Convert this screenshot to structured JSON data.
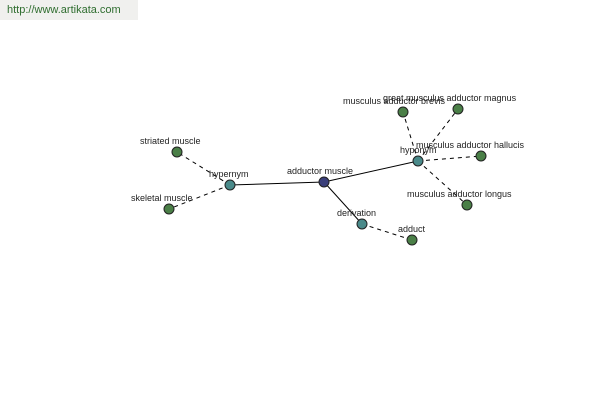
{
  "url": "http://www.artikata.com",
  "graph": {
    "colors": {
      "root": "#3a3f7a",
      "relation": "#4a8a8a",
      "leaf": "#4a7f47"
    },
    "nodes": [
      {
        "id": "adductor-muscle",
        "label": "adductor muscle",
        "kind": "root"
      },
      {
        "id": "hypernym",
        "label": "hypernym",
        "kind": "relation"
      },
      {
        "id": "hyponym",
        "label": "hyponym",
        "kind": "relation"
      },
      {
        "id": "derivation",
        "label": "derivation",
        "kind": "relation"
      },
      {
        "id": "striated-muscle",
        "label": "striated muscle",
        "kind": "leaf"
      },
      {
        "id": "skeletal-muscle",
        "label": "skeletal muscle",
        "kind": "leaf"
      },
      {
        "id": "musculus-adductor-brevis",
        "label": "musculus adductor brevis",
        "kind": "leaf"
      },
      {
        "id": "great-musculus-adductor-magnus",
        "label": "great musculus adductor magnus",
        "kind": "leaf"
      },
      {
        "id": "musculus-adductor-hallucis",
        "label": "musculus adductor hallucis",
        "kind": "leaf"
      },
      {
        "id": "musculus-adductor-longus",
        "label": "musculus adductor longus",
        "kind": "leaf"
      },
      {
        "id": "adduct",
        "label": "adduct",
        "kind": "leaf"
      }
    ],
    "edges": [
      {
        "from": "adductor-muscle",
        "to": "hypernym",
        "style": "solid"
      },
      {
        "from": "adductor-muscle",
        "to": "hyponym",
        "style": "solid"
      },
      {
        "from": "adductor-muscle",
        "to": "derivation",
        "style": "solid"
      },
      {
        "from": "hypernym",
        "to": "striated-muscle",
        "style": "dashed"
      },
      {
        "from": "hypernym",
        "to": "skeletal-muscle",
        "style": "dashed"
      },
      {
        "from": "hyponym",
        "to": "musculus-adductor-brevis",
        "style": "dashed"
      },
      {
        "from": "hyponym",
        "to": "great-musculus-adductor-magnus",
        "style": "dashed"
      },
      {
        "from": "hyponym",
        "to": "musculus-adductor-hallucis",
        "style": "dashed"
      },
      {
        "from": "hyponym",
        "to": "musculus-adductor-longus",
        "style": "dashed"
      },
      {
        "from": "derivation",
        "to": "adduct",
        "style": "dashed"
      }
    ]
  }
}
